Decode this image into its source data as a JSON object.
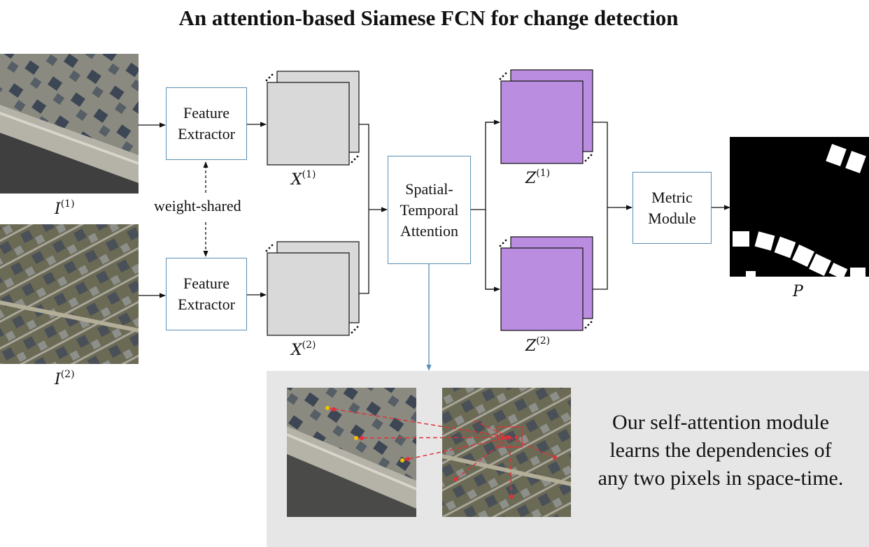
{
  "title": "An attention-based Siamese FCN for change detection",
  "boxes": {
    "feature_extractor_1": [
      "Feature",
      "Extractor"
    ],
    "feature_extractor_2": [
      "Feature",
      "Extractor"
    ],
    "attention": [
      "Spatial-",
      "Temporal",
      "Attention"
    ],
    "metric": [
      "Metric",
      "Module"
    ]
  },
  "labels": {
    "i1_base": "I",
    "i1_sup": "(1)",
    "i2_base": "I",
    "i2_sup": "(2)",
    "x1_base": "X",
    "x1_sup": "(1)",
    "x2_base": "X",
    "x2_sup": "(2)",
    "z1_base": "Z",
    "z1_sup": "(1)",
    "z2_base": "Z",
    "z2_sup": "(2)",
    "p": "P",
    "weight_shared": "weight-shared"
  },
  "caption": [
    "Our self-attention module",
    "learns the dependencies of",
    "any two pixels in space-time."
  ],
  "colors": {
    "box_border": "#5a8fb5",
    "gray_tensor": "#d9d9d9",
    "purple_tensor": "#bb8de0",
    "panel_bg": "#e6e6e6",
    "attention_point": "#e0303a",
    "query_point": "#f2c200"
  }
}
